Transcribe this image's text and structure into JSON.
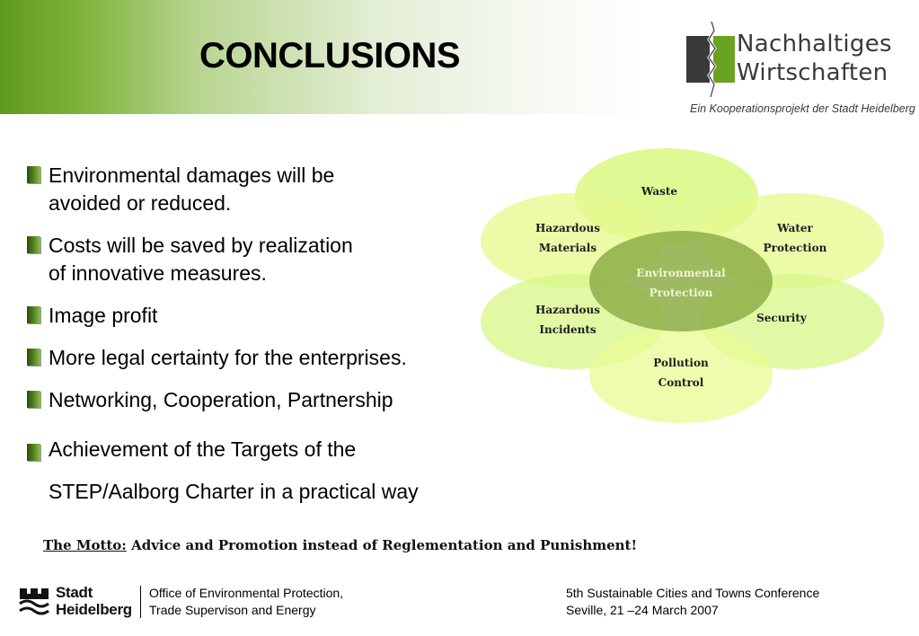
{
  "header": {
    "title": "CONCLUSIONS",
    "logo_line1": "Nachhaltiges",
    "logo_line2": "Wirtschaften",
    "logo_tagline": "Ein Kooperationsprojekt der Stadt Heidelberg"
  },
  "bullets": [
    {
      "line1": "Environmental damages will be",
      "line2": "avoided or reduced."
    },
    {
      "line1": "Costs will be saved by realization",
      "line2": "of innovative measures."
    },
    {
      "line1": "Image profit",
      "line2": ""
    },
    {
      "line1": "More legal certainty for the enterprises.",
      "line2": ""
    },
    {
      "line1": "Networking, Cooperation, Partnership",
      "line2": ""
    },
    {
      "line1": "Achievement of the Targets of the",
      "line2": "STEP/Aalborg Charter in a practical way"
    }
  ],
  "diagram": {
    "center": {
      "line1": "Environmental",
      "line2": "Protection"
    },
    "petals": [
      {
        "line1": "Waste",
        "line2": ""
      },
      {
        "line1": "Hazardous",
        "line2": "Materials"
      },
      {
        "line1": "Water",
        "line2": "Protection"
      },
      {
        "line1": "Hazardous",
        "line2": "Incidents"
      },
      {
        "line1": "Security",
        "line2": ""
      },
      {
        "line1": "Pollution",
        "line2": "Control"
      }
    ]
  },
  "motto": {
    "lead": "The Motto:",
    "text": " Advice and Promotion instead of Reglementation and Punishment!"
  },
  "footer": {
    "logo_line1": "Stadt",
    "logo_line2": "Heidelberg",
    "office_line1": "Office of Environmental Protection,",
    "office_line2": "Trade Supervison and Energy",
    "conf_line1": "5th Sustainable Cities and Towns Conference",
    "conf_line2": "Seville, 21 –24 March 2007"
  },
  "colors": {
    "accent_green": "#6aa321",
    "petal_light": "#e4f98a",
    "petal_light2": "#d9f58f",
    "center_green": "#8fb04a"
  }
}
